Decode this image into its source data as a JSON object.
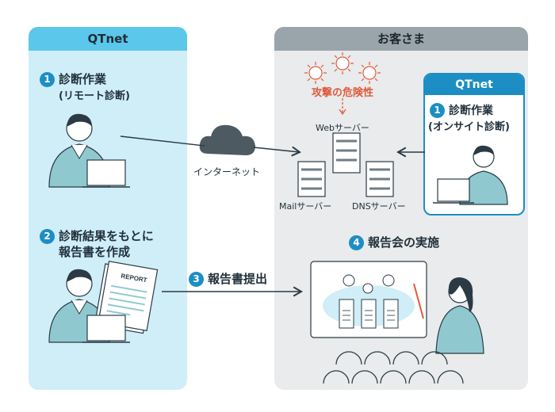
{
  "qtnet_panel": {
    "title": "QTnet",
    "step1": {
      "num": "1",
      "title": "診断作業",
      "sub": "(リモート診断)"
    },
    "step2": {
      "num": "2",
      "line1": "診断結果をもとに",
      "line2": "報告書を作成"
    },
    "report_label": "REPORT"
  },
  "customer_panel": {
    "title": "お客さま",
    "attack_label": "攻撃の危険性",
    "web_server": "Webサーバー",
    "mail_server": "Mailサーバー",
    "dns_server": "DNSサーバー",
    "onsite_box": {
      "title": "QTnet",
      "num": "1",
      "title_text": "診断作業",
      "sub": "(オンサイト診断)"
    },
    "step4": {
      "num": "4",
      "title": "報告会の実施"
    }
  },
  "internet_label": "インターネット",
  "step3": {
    "num": "3",
    "title": "報告書提出"
  },
  "colors": {
    "qtnet_header": "#5bc7ea",
    "qtnet_bg": "#cfeef8",
    "customer_header": "#9aa5ab",
    "customer_bg": "#e9ebec",
    "accent_blue": "#1c8ec4",
    "attack_red": "#e05a3c"
  },
  "icons": [
    "cloud-icon",
    "virus-icon",
    "server-icon",
    "person-icon",
    "laptop-icon",
    "report-document-icon",
    "presentation-screen-icon",
    "audience-icon"
  ]
}
